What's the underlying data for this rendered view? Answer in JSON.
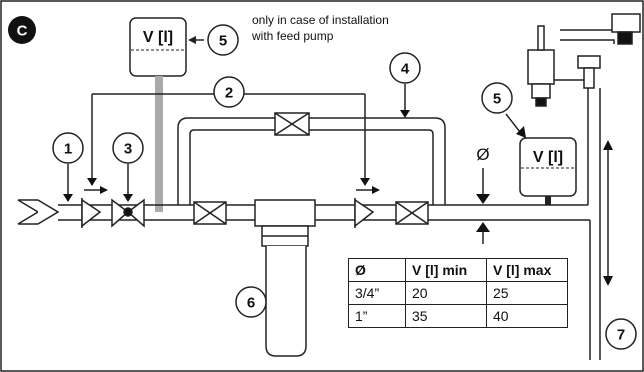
{
  "panel_letter": "C",
  "tank_label": "V [l]",
  "feed_pump_note": [
    "only in case of installation",
    "with feed pump"
  ],
  "callouts": [
    "1",
    "2",
    "3",
    "4",
    "5",
    "5",
    "6",
    "7"
  ],
  "diameter_symbol": "Ø",
  "table": {
    "headers": [
      "Ø",
      "V [l] min",
      "V [l] max"
    ],
    "rows": [
      [
        "3/4”",
        "20",
        "25"
      ],
      [
        "1”",
        "35",
        "40"
      ]
    ]
  }
}
